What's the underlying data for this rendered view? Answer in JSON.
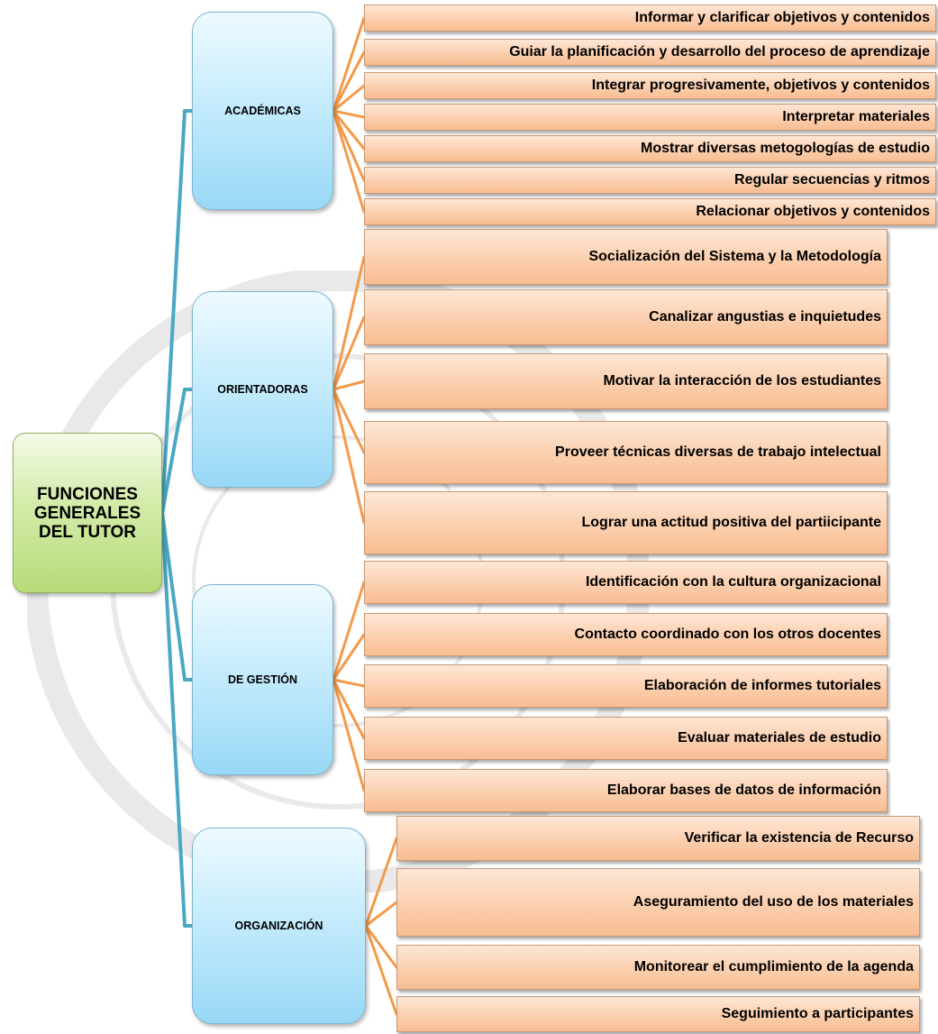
{
  "root": {
    "label": "FUNCIONES GENERALES DEL TUTOR"
  },
  "categories": [
    {
      "label": "ACADÉMICAS",
      "items": [
        "Informar y clarificar objetivos y contenidos",
        "Guiar la planificación y desarrollo del proceso de aprendizaje",
        "Integrar progresivamente, objetivos y contenidos",
        "Interpretar materiales",
        "Mostrar diversas metogologías de estudio",
        "Regular secuencias y ritmos",
        "Relacionar objetivos  y contenidos"
      ]
    },
    {
      "label": "ORIENTADORAS",
      "items": [
        "Socialización del Sistema y la Metodología",
        "Canalizar angustias e inquietudes",
        "Motivar la interacción de los estudiantes",
        "Proveer técnicas diversas de trabajo intelectual",
        "Lograr una actitud positiva del partiicipante"
      ]
    },
    {
      "label": "DE GESTIÓN",
      "items": [
        "Identificación con la cultura organizacional",
        "Contacto coordinado con los otros docentes",
        "Elaboración de informes tutoriales",
        "Evaluar materiales de estudio",
        "Elaborar bases de datos de información"
      ]
    },
    {
      "label": "ORGANIZACIÓN",
      "items": [
        "Verificar la existencia de Recurso",
        "Aseguramiento del uso de los materiales",
        "Monitorear el cumplimiento de la agenda",
        "Seguimiento a participantes"
      ]
    }
  ],
  "colors": {
    "root_fill": "#c8e596",
    "category_fill": "#b6e4fa",
    "item_fill": "#fbcfae",
    "root_connector": "#4aa8c2",
    "item_connector": "#f39a4a"
  }
}
